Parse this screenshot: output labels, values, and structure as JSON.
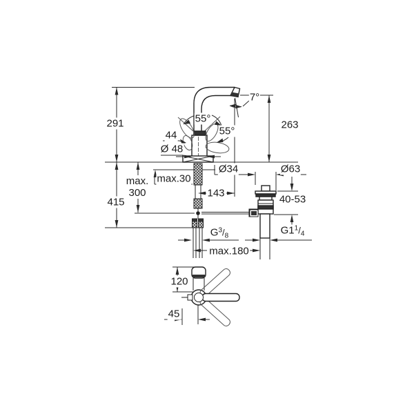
{
  "front_view": {
    "total_height": "291",
    "spout_outlet_height": "263",
    "spout_tilt_angle": "7°",
    "handle_swing_left": "55°",
    "handle_swing_right": "55°",
    "handle_width": "44",
    "body_diameter": "Ø 48",
    "deck_hole_diameter": "Ø34",
    "max_deck_thickness": "max.30",
    "max_rod_length_line1": "max.",
    "max_rod_length_line2": "300",
    "total_below_height": "415",
    "spout_reach": "143",
    "waste_flange_diameter": "Ø63",
    "waste_clamp_range": "40-53",
    "supply_thread": {
      "prefix": "G",
      "numerator": "3",
      "denominator": "8"
    },
    "waste_thread": {
      "prefix": "G1",
      "numerator": "1",
      "denominator": "4"
    },
    "max_center_distance": "max.180"
  },
  "top_view": {
    "spout_projection": "120",
    "rod_offset": "45"
  }
}
